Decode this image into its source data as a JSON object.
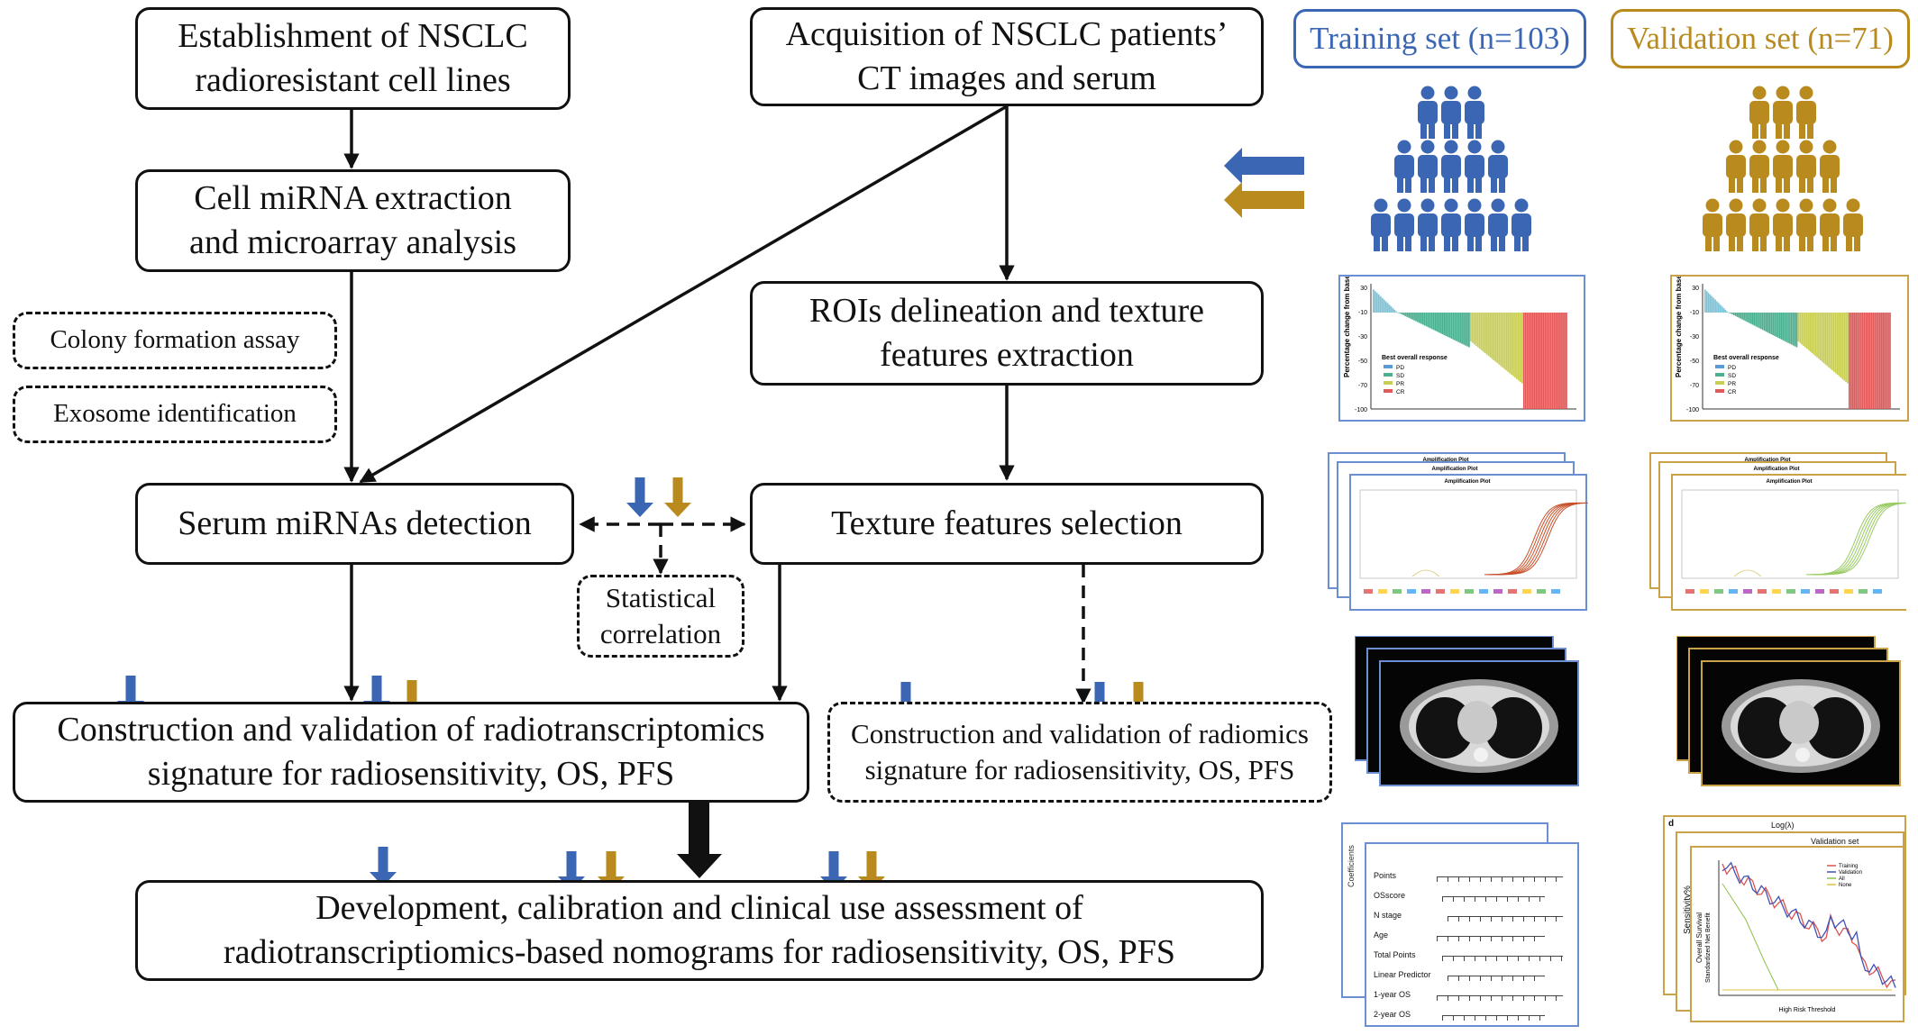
{
  "colors": {
    "training": "#3a66b3",
    "validation": "#b98b1e",
    "line": "#111111"
  },
  "boxes": {
    "cell_lines": "Establishment of NSCLC\nradioresistant cell lines",
    "acquisition": "Acquisition of NSCLC patients’\nCT images and serum",
    "mirna_extraction": "Cell miRNA extraction\nand microarray analysis",
    "rois": "ROIs delineation and texture\nfeatures extraction",
    "colony": "Colony formation assay",
    "exosome": "Exosome identification",
    "serum_detection": "Serum miRNAs detection",
    "texture_selection": "Texture features selection",
    "statistical": "Statistical\ncorrelation",
    "radiotranscriptomics": "Construction and validation of radiotranscriptomics\nsignature for radiosensitivity, OS, PFS",
    "radiomics": "Construction and validation of radiomics\nsignature for radiosensitivity, OS, PFS",
    "nomogram": "Development, calibration and clinical use assessment of\nradiotranscriptiomics-based nomograms for radiosensitivity, OS, PFS"
  },
  "sets": {
    "training": "Training set (n=103)",
    "validation": "Validation set (n=71)"
  },
  "panels": {
    "waterfall_ylabel": "Percentage change from baseline",
    "waterfall_yticks": [
      "30",
      "-10",
      "-30",
      "-50",
      "-70",
      "-100"
    ],
    "legend_title": "Best overall response",
    "legend_items": [
      "PD",
      "SD",
      "PR",
      "CR"
    ],
    "amplification_title": "Amplification Plot",
    "nomogram_rows": [
      "Points",
      "OSscore",
      "N stage",
      "Age",
      "Total Points",
      "Linear Predictor",
      "1-year OS",
      "2-year OS"
    ],
    "dca_xlabel": "High Risk Threshold",
    "dca_ylabel": "Standardized Net Benefit",
    "dca_legend": [
      "Training",
      "Validation",
      "All",
      "None"
    ],
    "survival_ylabel": "Overall Survival",
    "sensitivity_label": "Sensitivity%",
    "loglambda": "Log(λ)",
    "validation_set_small": "Validation set",
    "panel_d": "d",
    "side_label": "Coefficients"
  }
}
